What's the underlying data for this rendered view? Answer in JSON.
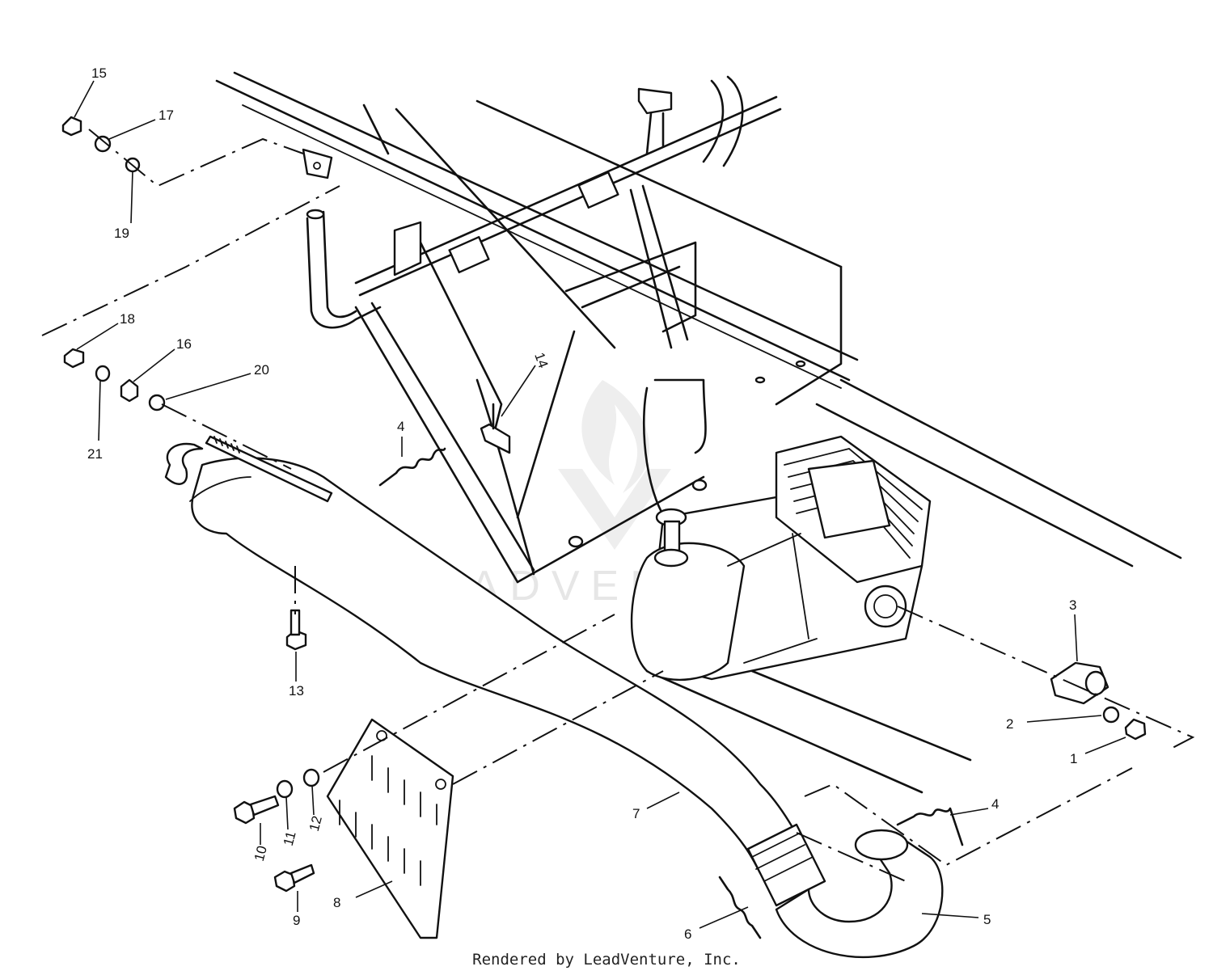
{
  "watermark": {
    "brand": "LEADVENTURE"
  },
  "footer": {
    "credit": "Rendered by LeadVenture, Inc."
  },
  "callouts": [
    "1",
    "2",
    "3",
    "4",
    "4",
    "5",
    "6",
    "7",
    "8",
    "9",
    "10",
    "11",
    "12",
    "13",
    "14",
    "15",
    "16",
    "17",
    "18",
    "19",
    "20",
    "21"
  ],
  "colors": {
    "ink": "#111111",
    "watermark": "#e6e6e6",
    "background": "#ffffff"
  }
}
